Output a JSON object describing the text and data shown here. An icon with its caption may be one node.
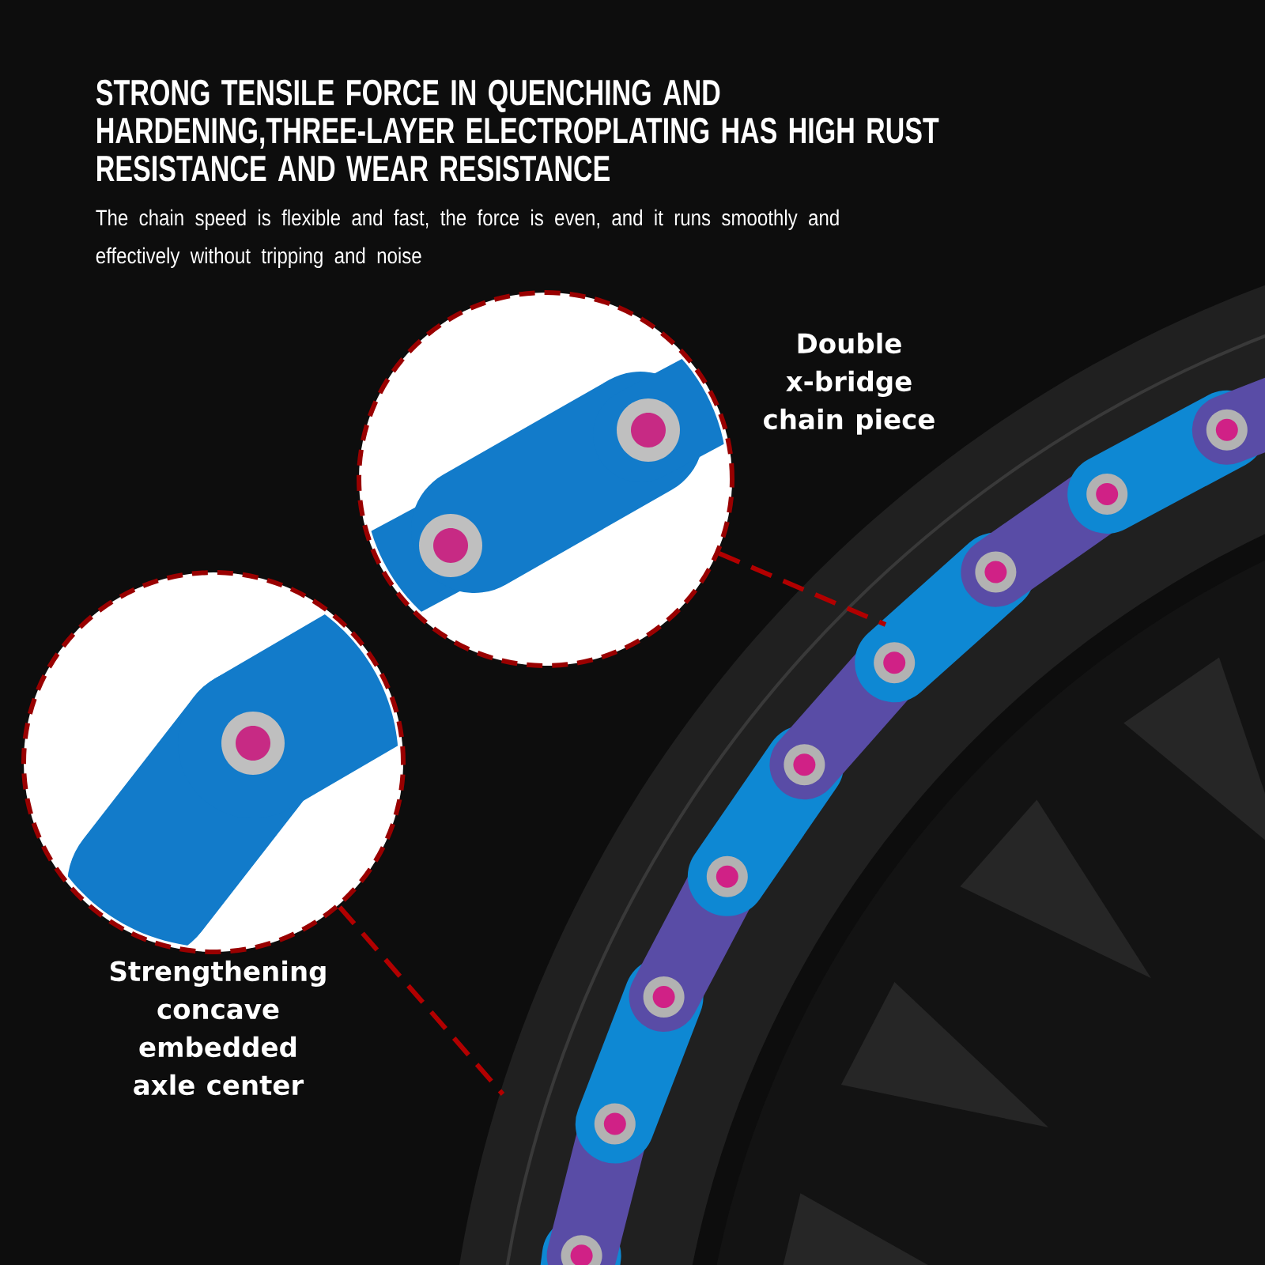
{
  "diagram": {
    "title": "STRONG TENSILE FORCE IN QUENCHING AND HARDENING,THREE-LAYER ELECTROPLATING HAS HIGH RUST RESISTANCE AND WEAR RESISTANCE",
    "nodes": [
      {
        "text": [],
        "shape": "circle",
        "beside": [
          "Double x-bridge chain piece"
        ]
      },
      {
        "text": [],
        "shape": "circle",
        "beside": [
          "Strengthening concave embedded axle center"
        ]
      }
    ],
    "edges": [
      {
        "from": 0,
        "to": null,
        "arrow": "none",
        "style": "dashed"
      },
      {
        "from": 1,
        "to": null,
        "arrow": "none",
        "style": "dashed"
      }
    ],
    "labels": [
      "The chain speed is flexible and fast, the force is even, and it runs smoothly and effectively without tripping and noise"
    ]
  }
}
